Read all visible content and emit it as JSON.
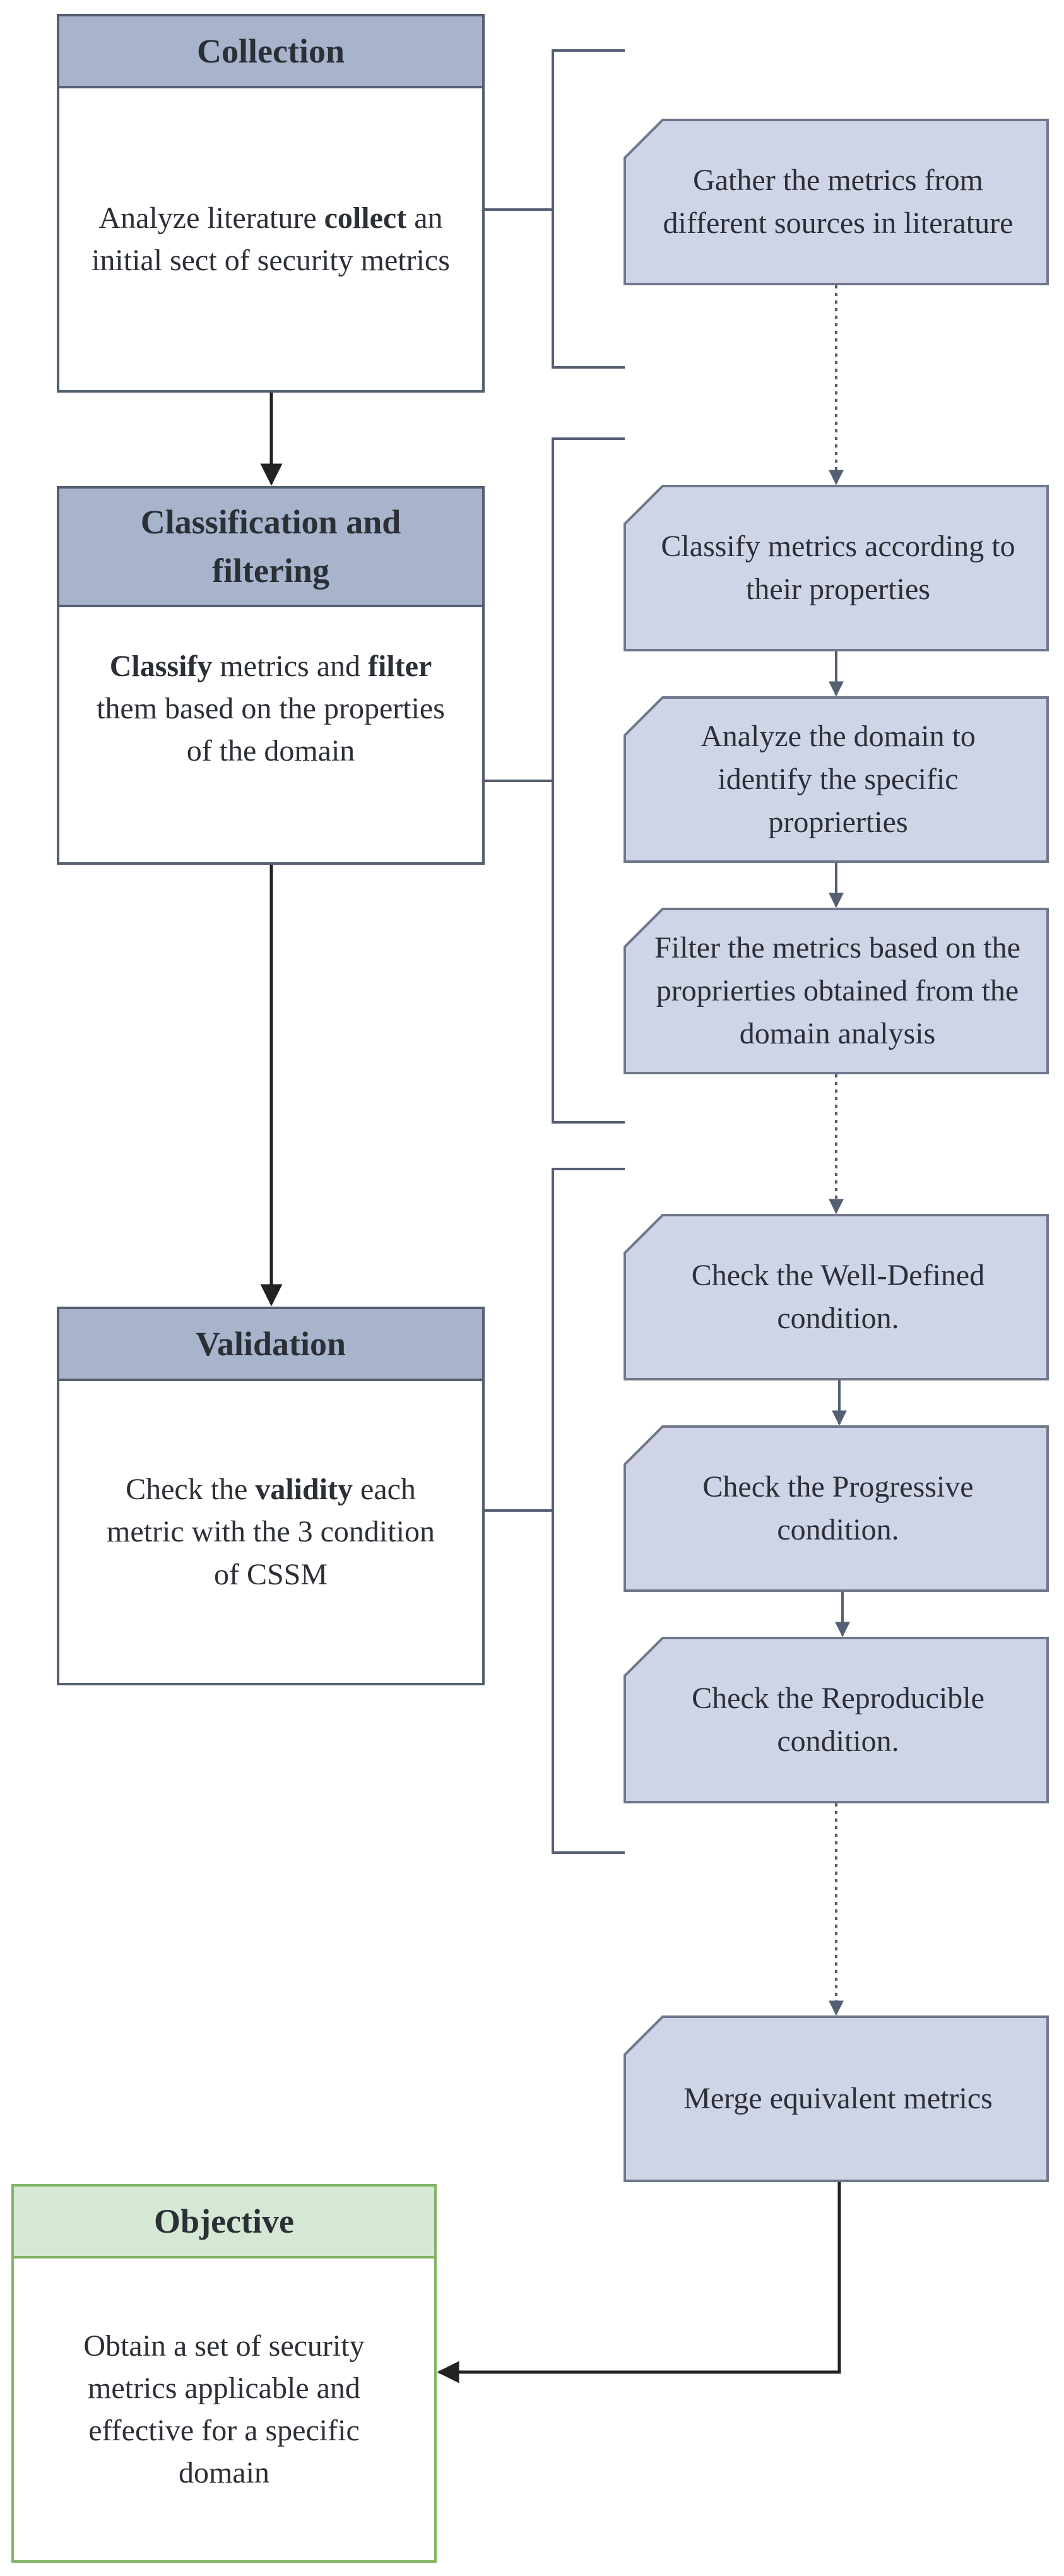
{
  "phases": {
    "collection": {
      "title": "Collection",
      "body": [
        {
          "t": "Analyze literature "
        },
        {
          "t": "collect",
          "b": true
        },
        {
          "t": " an initial sect of security metrics"
        }
      ]
    },
    "classification": {
      "title": "Classification and filtering",
      "body": [
        {
          "t": "Classify",
          "b": true
        },
        {
          "t": " metrics and "
        },
        {
          "t": "filter",
          "b": true
        },
        {
          "t": " them based on the properties of the domain"
        }
      ]
    },
    "validation": {
      "title": "Validation",
      "body": [
        {
          "t": "Check the "
        },
        {
          "t": "validity",
          "b": true
        },
        {
          "t": " each metric with the 3 condition of CSSM"
        }
      ]
    },
    "objective": {
      "title": "Objective",
      "body": [
        {
          "t": "Obtain a set of security metrics applicable and effective for a specific domain"
        }
      ]
    }
  },
  "steps": {
    "gather": "Gather the metrics from different sources in literature",
    "classify": "Classify metrics according to their properties",
    "analyze": "Analyze the domain to identify the specific proprierties",
    "filter": "Filter the metrics based on the proprierties obtained from the domain analysis",
    "well_defined": "Check the Well-Defined condition.",
    "progressive": "Check the Progressive condition.",
    "reproducible": "Check the Reproducible condition.",
    "merge": "Merge equivalent metrics"
  },
  "colors": {
    "phase_header": "#a8b4cb",
    "phase_border": "#545f72",
    "step_fill": "#cfd4e6",
    "objective_header": "#d5e8d4",
    "objective_border": "#82b366",
    "text": "#2b2f36",
    "connector": "#222222"
  }
}
